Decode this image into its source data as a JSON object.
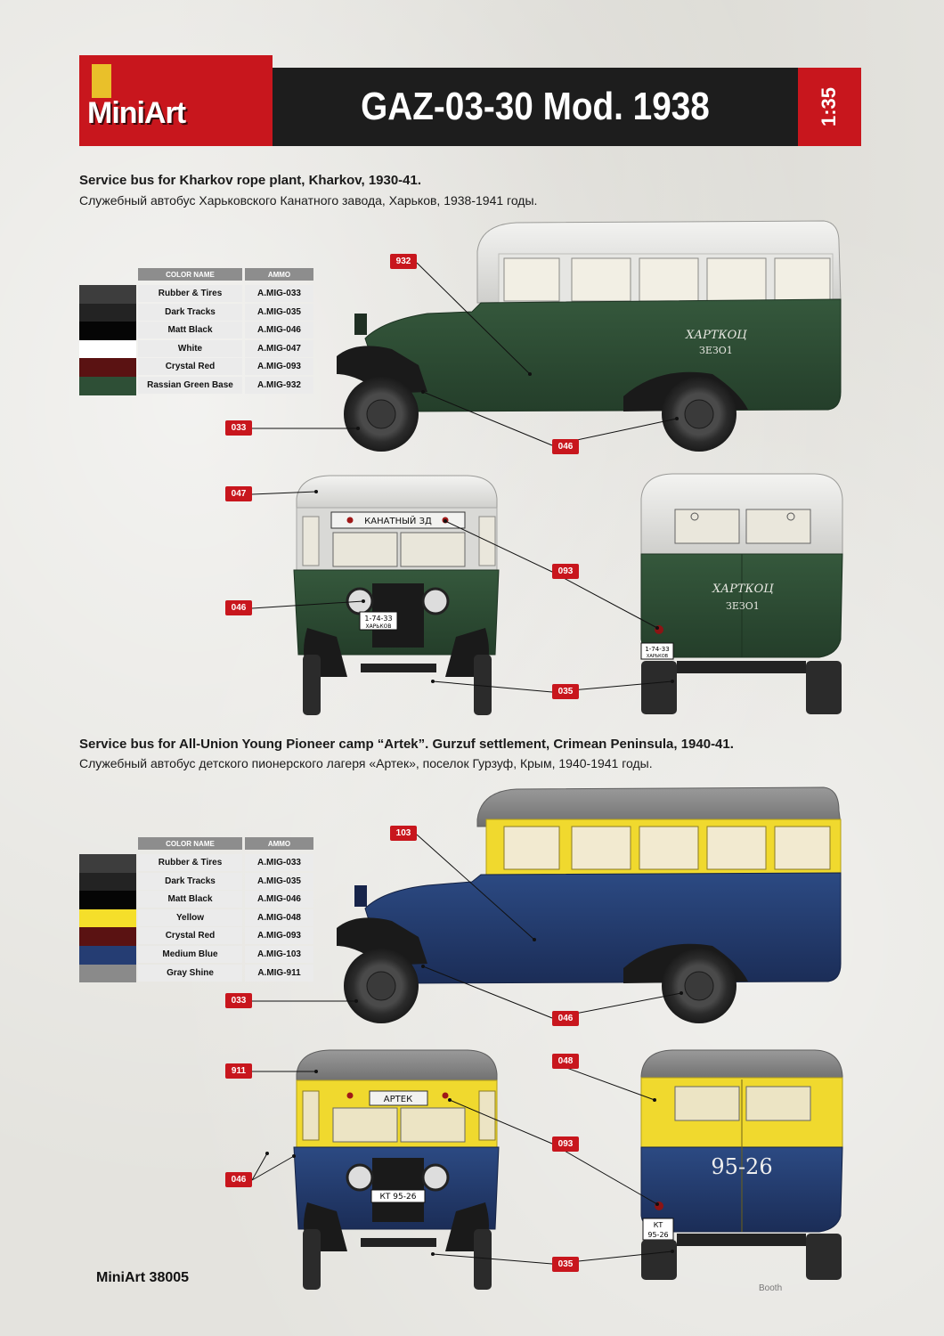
{
  "header": {
    "brand": "MiniArt",
    "title": "GAZ-03-30 Mod. 1938",
    "scale": "1:35"
  },
  "sections": [
    {
      "title_en": "Service bus for Kharkov rope plant, Kharkov, 1930-41.",
      "title_ru": "Служебный автобус Харьковского Канатного завода, Харьков, 1938-1941 годы.",
      "table_headers": {
        "name": "COLOR NAME",
        "code": "AMMO"
      },
      "colors": [
        {
          "name": "Rubber & Tires",
          "code": "A.MIG-033",
          "swatch": "#3d3d3d"
        },
        {
          "name": "Dark Tracks",
          "code": "A.MIG-035",
          "swatch": "#232323"
        },
        {
          "name": "Matt Black",
          "code": "A.MIG-046",
          "swatch": "#050505"
        },
        {
          "name": "White",
          "code": "A.MIG-047",
          "swatch": "#ffffff"
        },
        {
          "name": "Crystal Red",
          "code": "A.MIG-093",
          "swatch": "#5a1212"
        },
        {
          "name": "Rassian Green Base",
          "code": "A.MIG-932",
          "swatch": "#2e4f36"
        }
      ],
      "callouts": [
        "932",
        "033",
        "046",
        "047",
        "046",
        "093",
        "035"
      ],
      "plates": {
        "front": "1-74-33",
        "front_city": "ХАРЬКОВ",
        "sign": "КАНАТНЫЙ ЗД",
        "side_script": "ХАРТКОЦ",
        "side_num": "ЗЕЗО1"
      }
    },
    {
      "title_en": "Service bus for All-Union Young Pioneer camp “Artek”. Gurzuf settlement, Crimean Peninsula, 1940-41.",
      "title_ru": "Служебный автобус детского пионерского лагеря «Артек», поселок Гурзуф, Крым, 1940-1941 годы.",
      "table_headers": {
        "name": "COLOR NAME",
        "code": "AMMO"
      },
      "colors": [
        {
          "name": "Rubber & Tires",
          "code": "A.MIG-033",
          "swatch": "#3d3d3d"
        },
        {
          "name": "Dark Tracks",
          "code": "A.MIG-035",
          "swatch": "#232323"
        },
        {
          "name": "Matt Black",
          "code": "A.MIG-046",
          "swatch": "#050505"
        },
        {
          "name": "Yellow",
          "code": "A.MIG-048",
          "swatch": "#f5df2a"
        },
        {
          "name": "Crystal Red",
          "code": "A.MIG-093",
          "swatch": "#5a1212"
        },
        {
          "name": "Medium Blue",
          "code": "A.MIG-103",
          "swatch": "#253d73"
        },
        {
          "name": "Gray Shine",
          "code": "A.MIG-911",
          "swatch": "#8a8a8a"
        }
      ],
      "callouts": [
        "103",
        "033",
        "046",
        "911",
        "048",
        "093",
        "046",
        "035"
      ],
      "plates": {
        "front": "КТ 95-26",
        "sign": "АРТЕК",
        "rear_big": "95-26",
        "rear_a": "КТ",
        "rear_b": "95-26"
      }
    }
  ],
  "footer": {
    "product": "MiniArt 38005",
    "credit": "Booth"
  },
  "palette": {
    "red": "#c8161d",
    "dark": "#1d1d1d",
    "green": "#2e4f36",
    "blue": "#253d73",
    "yellow": "#f0d92e",
    "roof_white": "#e9e9e7",
    "roof_gray": "#8d8d8d"
  }
}
